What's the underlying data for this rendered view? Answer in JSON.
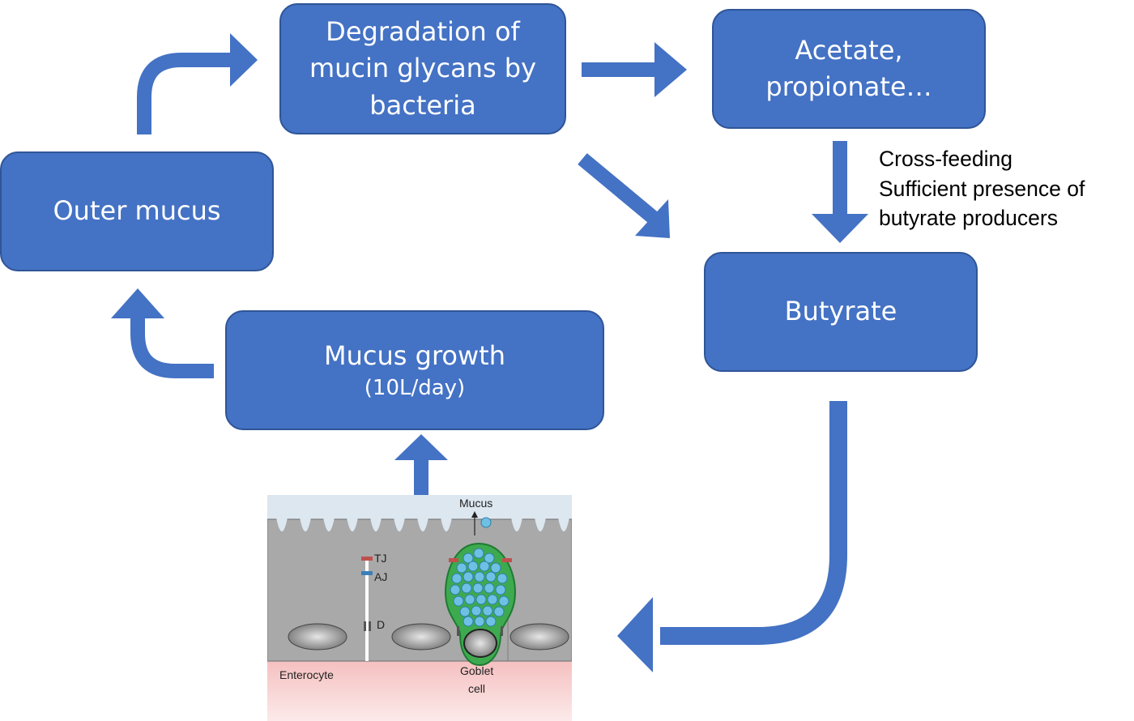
{
  "nodes": {
    "degradation": {
      "lines": [
        "Degradation of",
        "mucin glycans by",
        "bacteria"
      ]
    },
    "acetate": {
      "lines": [
        "Acetate,",
        "propionate…"
      ]
    },
    "outer_mucus": {
      "label": "Outer mucus"
    },
    "butyrate": {
      "label": "Butyrate"
    },
    "mucus_growth": {
      "label": "Mucus growth",
      "sublabel": "(10L/day)"
    }
  },
  "annotation": {
    "lines": [
      "Cross-feeding",
      "Sufficient presence of",
      "butyrate producers"
    ]
  },
  "cell_figure": {
    "labels": {
      "mucus": "Mucus",
      "tj": "TJ",
      "aj": "AJ",
      "d": "D",
      "enterocyte": "Enterocyte",
      "goblet_line1": "Goblet",
      "goblet_line2": "cell"
    }
  },
  "colors": {
    "box_fill": "#4472C4",
    "box_border": "#2F5597",
    "arrow": "#4472C4",
    "goblet_green": "#3DAA4F",
    "granule_blue": "#6EC1E4",
    "cell_gray": "#A9A9A9",
    "lumen": "#DCE7F0",
    "basal_pink": "#F6C9C9"
  }
}
